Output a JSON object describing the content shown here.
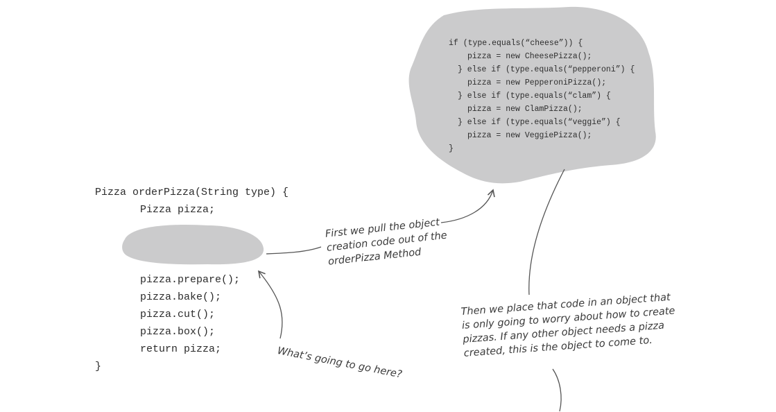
{
  "method_code": {
    "lines": [
      "Pizza orderPizza(String type) {",
      "Pizza pizza;",
      "pizza.prepare();",
      "pizza.bake();",
      "pizza.cut();",
      "pizza.box();",
      "return pizza;",
      "}"
    ]
  },
  "extracted_code": {
    "lines": [
      "if (type.equals(“cheese”)) {",
      "pizza = new CheesePizza();",
      "} else if (type.equals(“pepperoni”) {",
      "pizza = new PepperoniPizza();",
      "} else if (type.equals(“clam”) {",
      "pizza = new ClamPizza();",
      "} else if (type.equals(“veggie”) {",
      "pizza = new VeggiePizza();",
      "}"
    ]
  },
  "annotations": {
    "pull_out": [
      "First we pull the object",
      "creation code out of the",
      "orderPizza Method"
    ],
    "placeholder_question": "What’s going to go here?",
    "factory_object": [
      "Then we place that code in an object that",
      "is only going to worry about how to create",
      "pizzas.  If any other object needs a pizza",
      "created, this is the object to come to."
    ]
  },
  "colors": {
    "blob_fill": "#cbcbcc",
    "ink": "#555555",
    "text": "#2b2b2b"
  }
}
